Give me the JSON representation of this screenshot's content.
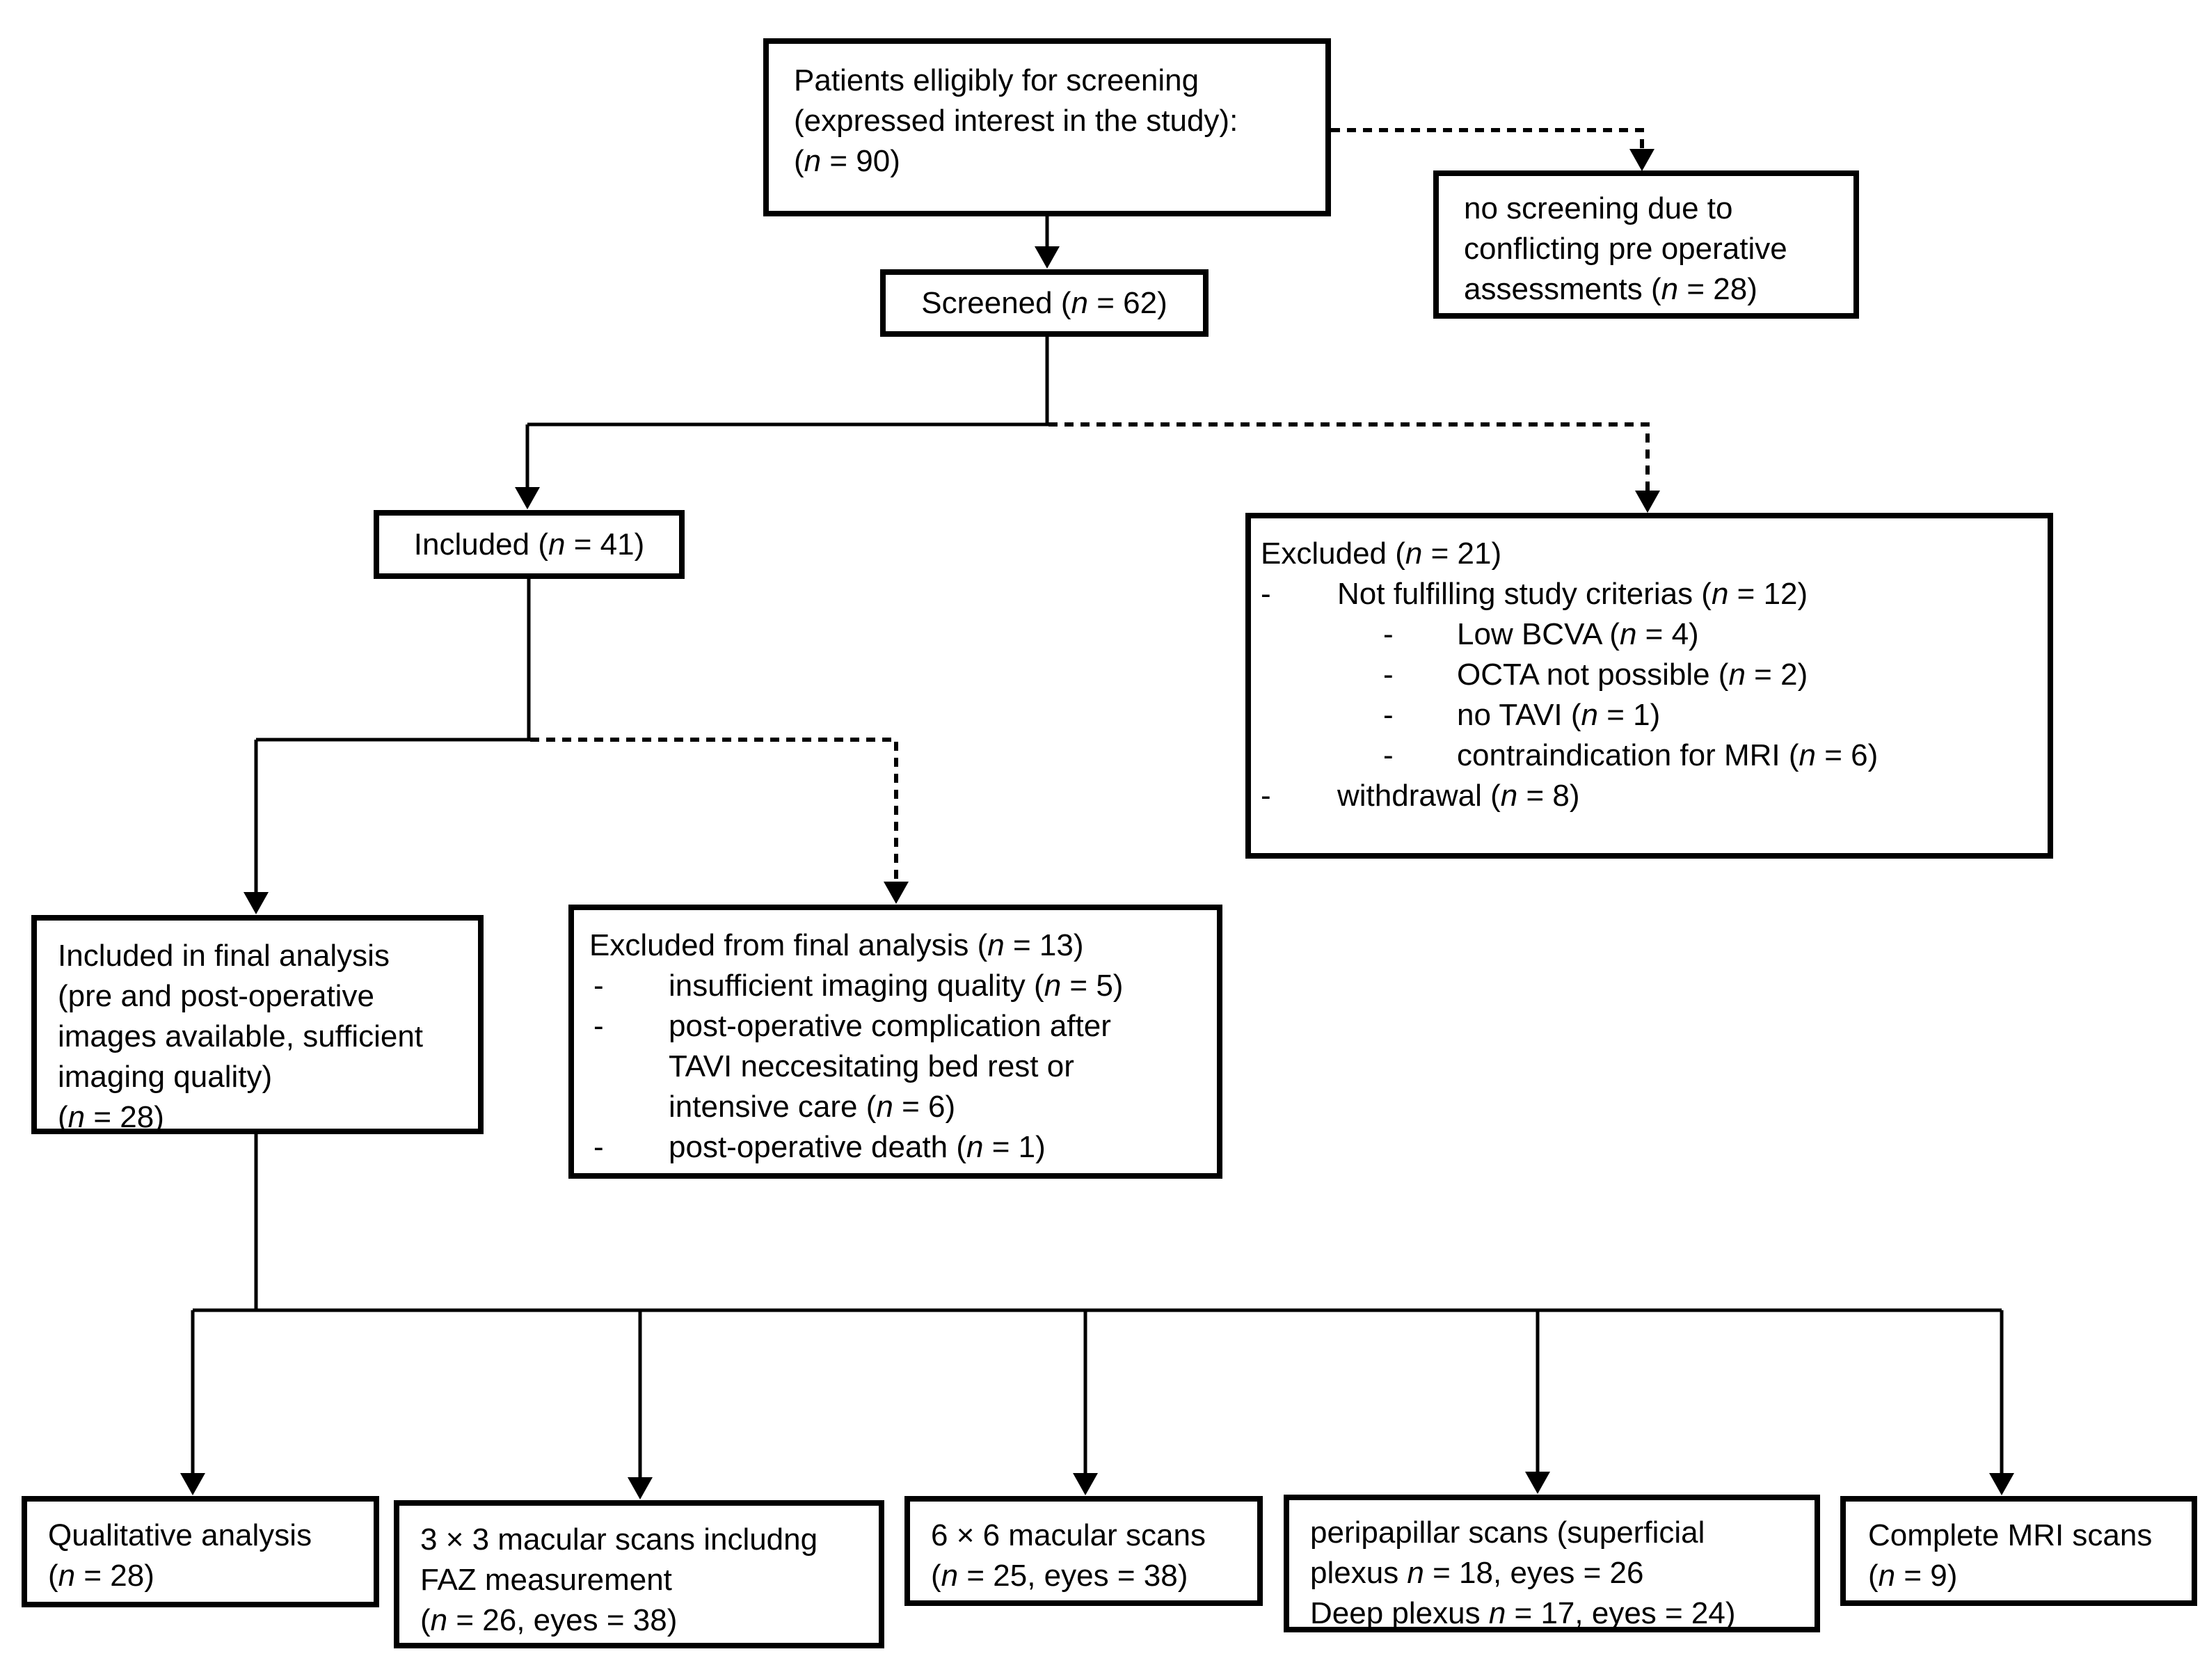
{
  "colors": {
    "background": "#ffffff",
    "box_border": "#000000",
    "connector": "#000000",
    "text": "#000000"
  },
  "boxes": {
    "eligible": {
      "lines": [
        "Patients elligibly for screening",
        "(expressed interest in the study):",
        "(n = 90)"
      ]
    },
    "no_screening": {
      "lines": [
        "no screening due to",
        "conflicting pre operative",
        "assessments (n = 28)"
      ]
    },
    "screened": {
      "label": "Screened (n = 62)"
    },
    "included": {
      "label": "Included (n = 41)"
    },
    "excluded": {
      "title": "Excluded (n = 21)",
      "rows": [
        {
          "m": "-",
          "t": "Not fulfilling study criterias (n = 12)",
          "level": 1
        },
        {
          "m": "-",
          "t": "Low BCVA (n = 4)",
          "level": 2
        },
        {
          "m": "-",
          "t": "OCTA not possible (n = 2)",
          "level": 2
        },
        {
          "m": "-",
          "t": "no TAVI (n = 1)",
          "level": 2
        },
        {
          "m": "-",
          "t": "contraindication for MRI (n = 6)",
          "level": 2
        },
        {
          "m": "-",
          "t": "withdrawal (n = 8)",
          "level": 1
        }
      ]
    },
    "included_final": {
      "lines": [
        "Included in final analysis",
        "(pre and post-operative",
        "images available, sufficient",
        "imaging quality)",
        "(n = 28)"
      ]
    },
    "excluded_final": {
      "title": "Excluded from final analysis (n = 13)",
      "rows": [
        {
          "m": "-",
          "t": "insufficient imaging quality (n = 5)"
        },
        {
          "m": "-",
          "t": "post-operative complication after"
        },
        {
          "m": "",
          "t": "TAVI neccesitating bed rest or"
        },
        {
          "m": "",
          "t": "intensive care (n = 6)"
        },
        {
          "m": "-",
          "t": "post-operative death (n = 1)"
        }
      ]
    },
    "qualitative": {
      "lines": [
        "Qualitative analysis",
        "(n = 28)"
      ]
    },
    "macular_3x3": {
      "lines": [
        "3 × 3 macular scans includng",
        "FAZ measurement",
        "(n = 26, eyes = 38)"
      ]
    },
    "macular_6x6": {
      "lines": [
        "6 × 6 macular scans",
        "(n = 25, eyes = 38)"
      ]
    },
    "peripapillar": {
      "lines": [
        "peripapillar scans (superficial",
        "plexus n = 18, eyes = 26",
        "Deep plexus n = 17, eyes = 24)"
      ]
    },
    "mri": {
      "lines": [
        "Complete MRI scans",
        "(n = 9)"
      ]
    }
  }
}
